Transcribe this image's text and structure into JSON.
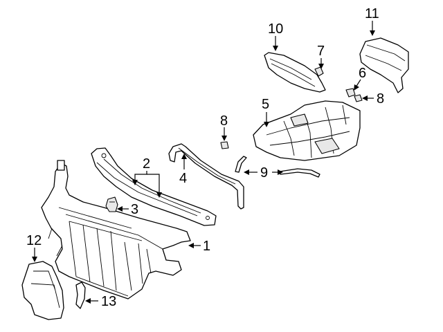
{
  "diagram": {
    "callouts": [
      {
        "id": "1",
        "text": "1"
      },
      {
        "id": "2",
        "text": "2"
      },
      {
        "id": "3",
        "text": "3"
      },
      {
        "id": "4",
        "text": "4"
      },
      {
        "id": "5",
        "text": "5"
      },
      {
        "id": "6",
        "text": "6"
      },
      {
        "id": "7",
        "text": "7"
      },
      {
        "id": "8a",
        "text": "8"
      },
      {
        "id": "8b",
        "text": "8"
      },
      {
        "id": "9",
        "text": "9"
      },
      {
        "id": "10",
        "text": "10"
      },
      {
        "id": "11",
        "text": "11"
      },
      {
        "id": "12",
        "text": "12"
      },
      {
        "id": "13",
        "text": "13"
      }
    ]
  }
}
